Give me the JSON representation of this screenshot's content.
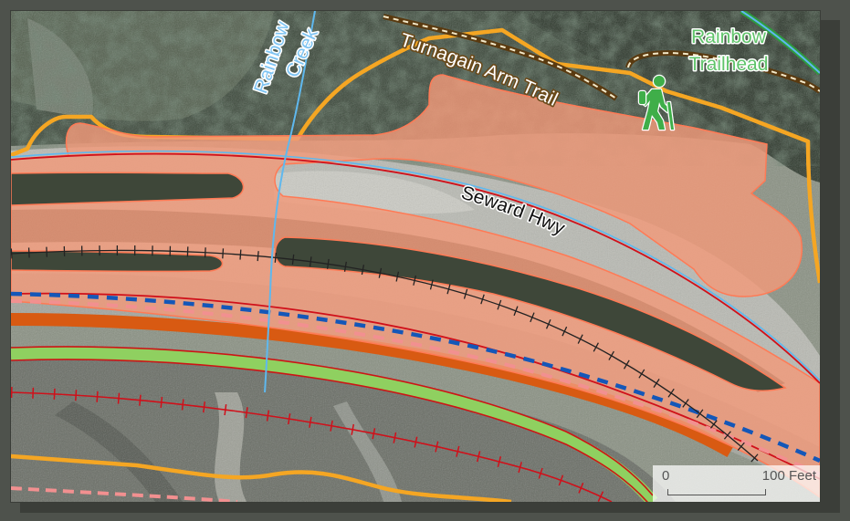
{
  "labels": {
    "creek": [
      "Rainbow",
      "Creek"
    ],
    "trail": "Turnagain Arm Trail",
    "trailhead": [
      "Rainbow",
      "Trailhead"
    ],
    "highway": "Seward Hwy"
  },
  "scale": {
    "zero": "0",
    "max": "100 Feet"
  },
  "icons": {
    "trailhead": "hiker-icon"
  },
  "colors": {
    "highway_fill": "#f29a7a",
    "highway_outline": "#ff7a55",
    "road_red": "#d0101a",
    "water_blue": "#5fb8ee",
    "trail_dash": "#5a3a10",
    "boundary_orange": "#f5a623",
    "rail_black": "#222222",
    "dash_blue": "#1457b8",
    "dash_pink": "#f29090",
    "band_orange": "#d85a12",
    "band_green": "#8fd060",
    "trailhead_green": "#3fae49",
    "river_green": "#2e9b3e"
  }
}
